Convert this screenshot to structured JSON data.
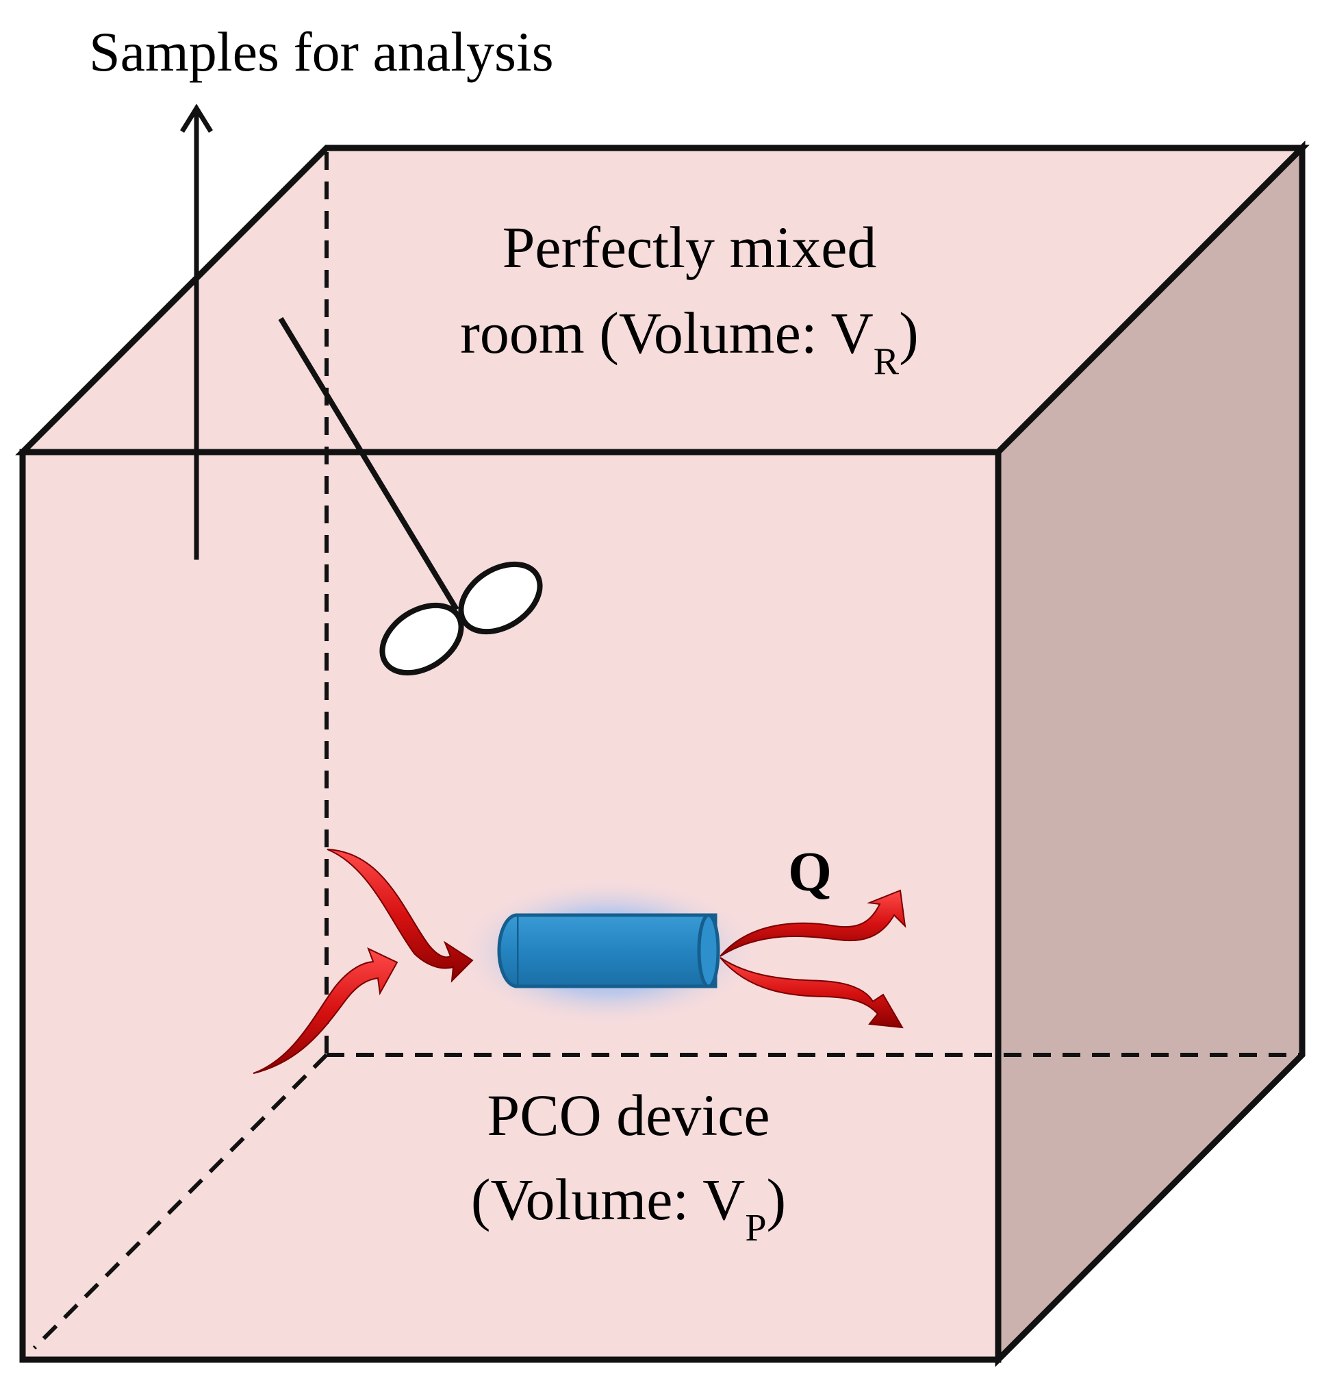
{
  "diagram": {
    "sampling_label": "Samples for analysis",
    "room_label": {
      "line1": "Perfectly mixed",
      "line2_prefix": "room (Volume: V",
      "subscript": "R",
      "line2_suffix": ")"
    },
    "device_label": {
      "line1": "PCO device",
      "line2_prefix": "(Volume: V",
      "subscript": "P",
      "line2_suffix": ")"
    },
    "flow_label": "Q",
    "colors": {
      "room_front": "#f7dcdc",
      "room_top": "#f7dcdc",
      "room_side": "#cbb2af",
      "edges": "#111111",
      "device_body": "#2484c0",
      "device_outline": "#155e8e",
      "device_glow": "#7fa6e3",
      "flow_arrows": "#d71111",
      "fan_blades": "#ffffff"
    },
    "icons": {
      "fan": "mixing-fan-icon",
      "sampling": "up-arrow-icon",
      "flow_in": "curved-arrow-icon",
      "flow_out": "curved-arrow-icon",
      "device": "cylinder-icon"
    }
  }
}
